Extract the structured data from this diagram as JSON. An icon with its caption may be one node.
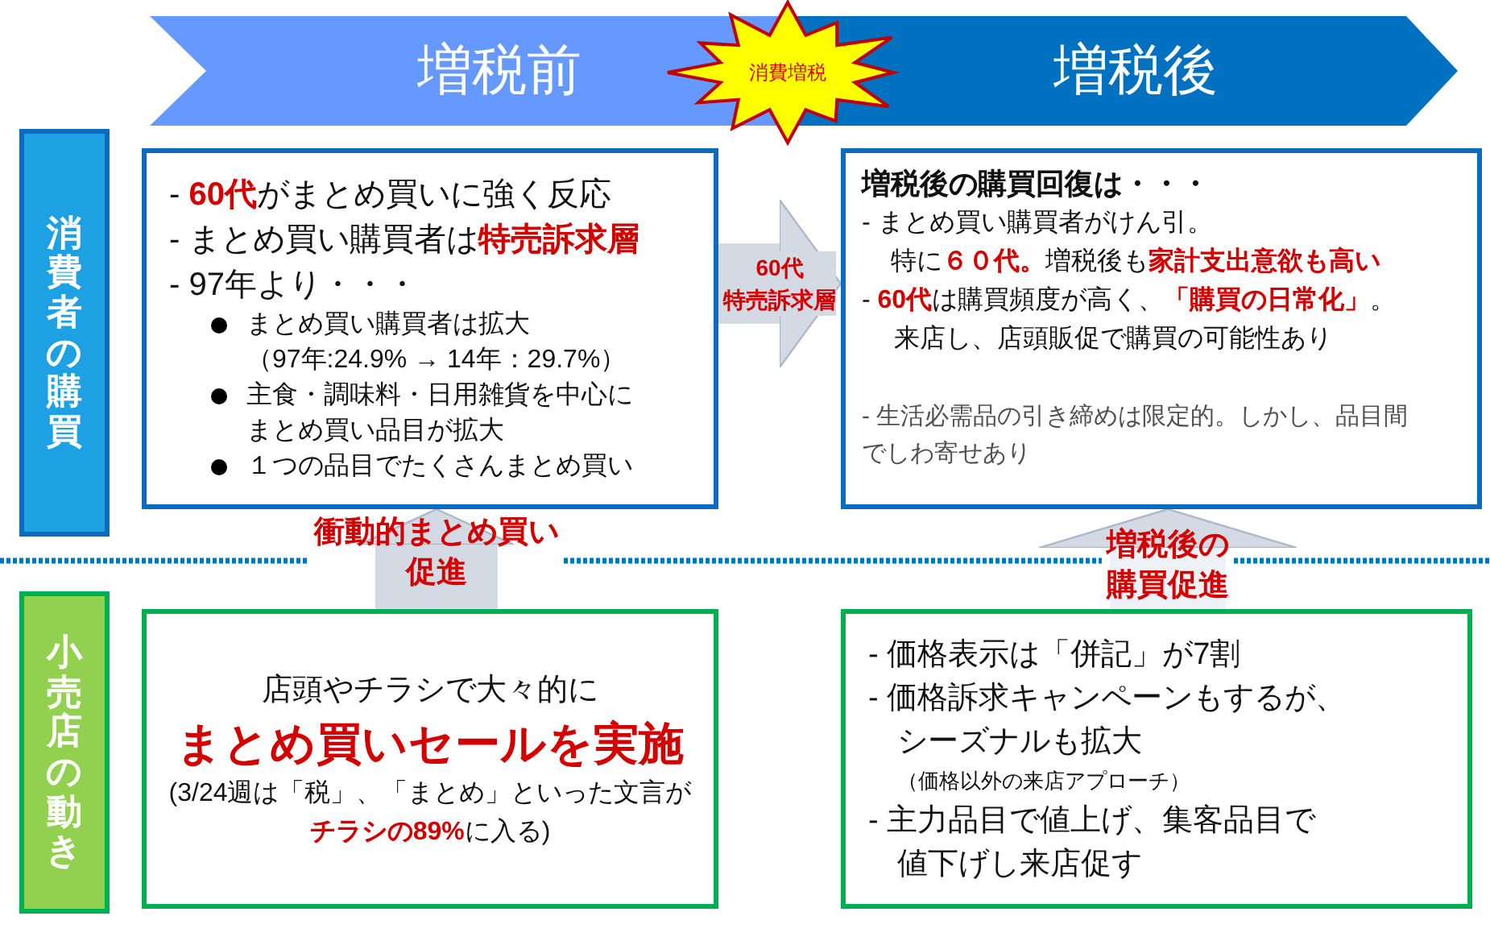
{
  "diagram": {
    "nodes": [
      {
        "text": [
          "増税前"
        ]
      },
      {
        "text": [
          "増税後"
        ]
      },
      {
        "text": [
          "消費増税"
        ]
      },
      {
        "text": [
          "消費者の購買"
        ]
      },
      {
        "text": [
          "- **60代**がまとめ買いに強く反応",
          "- まとめ買い購買者は**特売訴求層**",
          "- 97年より・・・",
          "まとめ買い購買者は拡大（97年:24.9% → 14年：29.7%）",
          "主食・調味料・日用雑貨を中心にまとめ買い品目が拡大",
          "１つの品目でたくさんまとめ買い"
        ]
      },
      {
        "text": [
          "増税後の購買回復は・・・",
          "- まとめ買い購買者がけん引。特に**６０代。**増税後も**家計支出意欲も高い**",
          "- **60代**は購買頻度が高く、**「購買の日常化」**。来店し、店頭販促で購買の可能性あり",
          "- 生活必需品の引き締めは限定的。しかし、品目間でしわ寄せあり"
        ]
      },
      {
        "text": [
          "小売店の動き"
        ]
      },
      {
        "text": [
          "店頭やチラシで大々的に",
          "まとめ買いセールを実施",
          "(3/24週は「税」、「まとめ」といった文言が**チラシの89%**に入る)"
        ]
      },
      {
        "text": [
          "- 価格表示は「併記」が7割",
          "- 価格訴求キャンペーンもするが、シーズナルも拡大",
          "（価格以外の来店アプローチ）",
          "- 主力品目で値上げ、集客品目で値下げし来店促す"
        ]
      }
    ],
    "edges": [
      {
        "from": 4,
        "to": 5,
        "arrow": "to",
        "label": "60代特売訴求層"
      },
      {
        "from": 7,
        "to": 4,
        "arrow": "to",
        "label": "衝動的まとめ買い促進"
      },
      {
        "from": 8,
        "to": 5,
        "arrow": "to",
        "label": "増税後の購買促進"
      }
    ]
  }
}
